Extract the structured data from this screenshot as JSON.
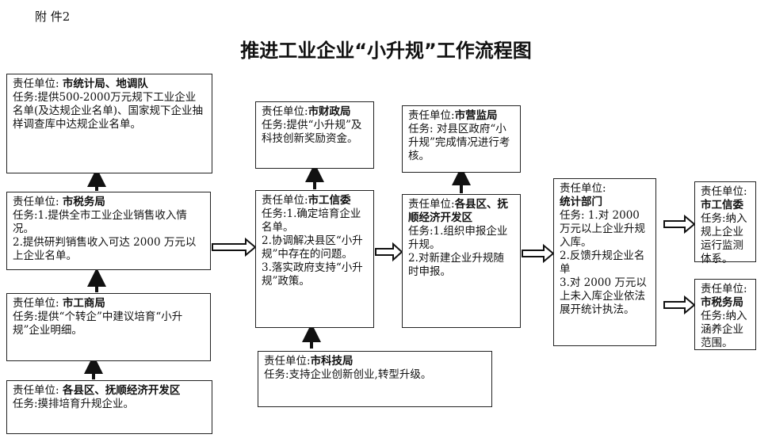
{
  "attachment": "附 件2",
  "title": "推进工业企业“小升规”工作流程图",
  "boxes": {
    "stats_bureau": {
      "unit_label": "责任单位:",
      "unit": "市统计局、地调队",
      "task": "任务:提供500-2000万元规下工业企业名单(及达规企业名单)、国家规下企业抽样调查库中达规企业名单。"
    },
    "tax_bureau": {
      "unit_label": "责任单位:",
      "unit": "市税务局",
      "task1": "任务:1.提供全市工业企业销售收入情况。",
      "task2": "2.提供研判销售收入可达 2000 万元以上企业名单。"
    },
    "commerce_bureau": {
      "unit_label": "责任单位:",
      "unit": "市工商局",
      "task": "任务:提供“个转企”中建议培育“小升规”企业明细。"
    },
    "counties_source": {
      "unit_label": "责任单位:",
      "unit": "各县区、抚顺经济开发区",
      "task": "任务:摸排培育升规企业。"
    },
    "finance_bureau": {
      "unit_label": "责任单位:",
      "unit": "市财政局",
      "task": "任务:提供“小升规”及科技创新奖励资金。"
    },
    "industry_commission": {
      "unit_label": "责任单位:",
      "unit": "市工信委",
      "task1": "任务:1.确定培育企业名单。",
      "task2": "2.协调解决县区“小升规”中存在的问题。",
      "task3": "3.落实政府支持“小升规”政策。"
    },
    "tech_bureau": {
      "unit_label": "责任单位:",
      "unit": "市科技局",
      "task": "任务:支持企业创新创业,转型升级。"
    },
    "market_bureau": {
      "unit_label": "责任单位:",
      "unit": "市营监局",
      "task": "任务: 对县区政府“小升规”完成情况进行考核。"
    },
    "counties": {
      "unit_label": "责任单位:",
      "unit": "各县区、抚顺经济开发区",
      "task1": "任务:1.组织申报企业升规。",
      "task2": "2.对新建企业升规随时申报。"
    },
    "stats_dept": {
      "unit_label": "责任单位:",
      "unit": "统计部门",
      "task1": "任务: 1.对 2000 万元以上企业升规入库。",
      "task2": "2.反馈升规企业名单",
      "task3": "3.对 2000 万元以上未入库企业依法展开统计执法。"
    },
    "industry_commission_out": {
      "unit_label": "责任单位:",
      "unit": "市工信委",
      "task": "任务:纳入规上企业运行监测体系。"
    },
    "tax_bureau_out": {
      "unit_label": "责任单位:",
      "unit": "市税务局",
      "task": "任务:纳入涵养企业范围。"
    }
  }
}
